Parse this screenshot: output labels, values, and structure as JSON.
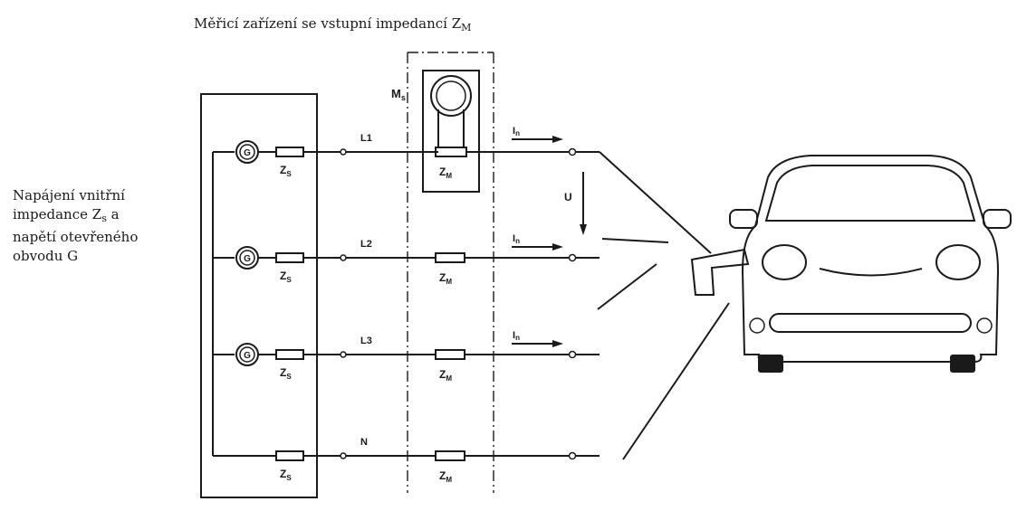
{
  "captions": {
    "measuring_device": "Měřicí zařízení se vstupní impedancí Z",
    "measuring_device_sub": "M",
    "supply_line1": "Napájení vnitřní",
    "supply_line2a": "impedance Z",
    "supply_line2_sub": "s",
    "supply_line2b": " a",
    "supply_line3": "napětí otevřeného",
    "supply_line4": "obvodu G"
  },
  "labels": {
    "meter": "M",
    "meter_sub": "s",
    "generator": "G",
    "z": "Z",
    "s_sub": "S",
    "m_sub": "M",
    "current": "I",
    "current_sub": "n",
    "voltage": "U"
  },
  "lines": [
    {
      "label": "L1",
      "has_generator": true,
      "has_current": true
    },
    {
      "label": "L2",
      "has_generator": true,
      "has_current": true
    },
    {
      "label": "L3",
      "has_generator": true,
      "has_current": true
    },
    {
      "label": "N",
      "has_generator": false,
      "has_current": false
    }
  ]
}
